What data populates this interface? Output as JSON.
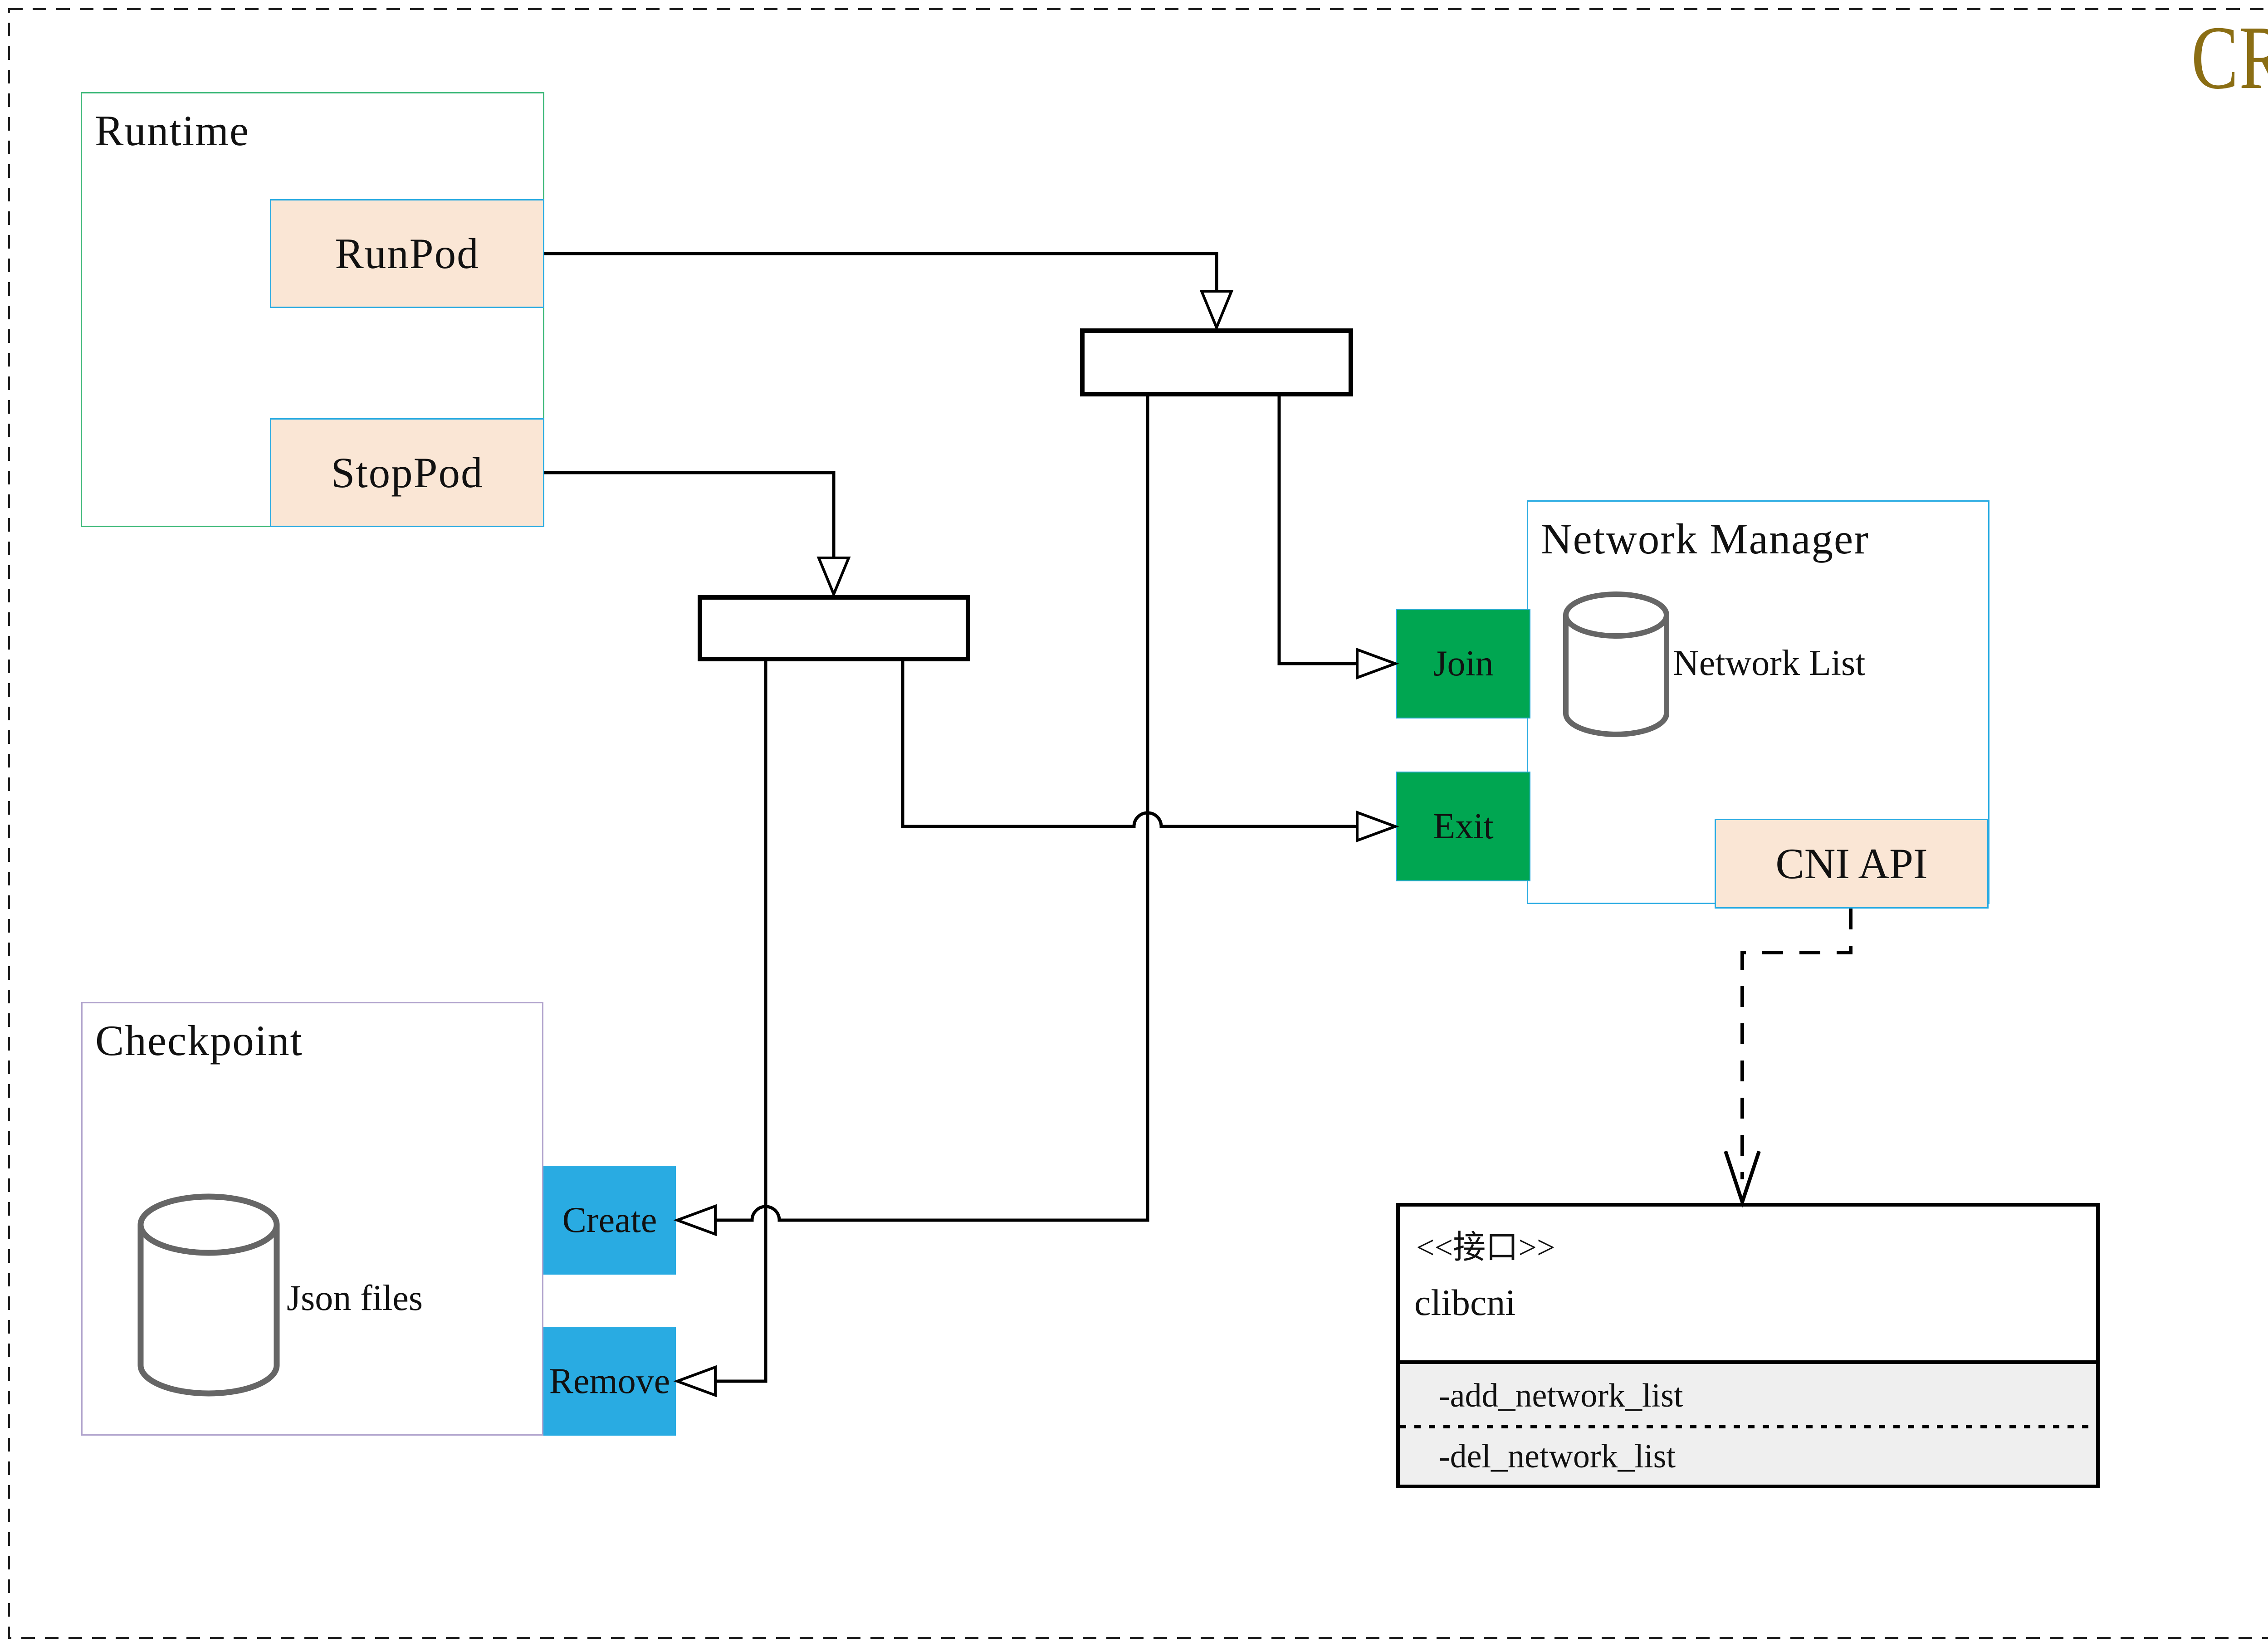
{
  "diagram_title": "CRI",
  "colors": {
    "title_gold": "#8B6E14",
    "runtime_border_green": "#3CB878",
    "checkpoint_border_purple": "#B3A6CE",
    "azure_border": "#29ABE2",
    "peach_fill": "#FAE6D5",
    "green_fill": "#00A651",
    "cyan_fill": "#29ABE2",
    "uml_section_gray": "#EFEFEF",
    "cylinder_gray": "#666666",
    "line_black": "#000000"
  },
  "runtime": {
    "title": "Runtime",
    "runpod_label": "RunPod",
    "stoppod_label": "StopPod"
  },
  "checkpoint": {
    "title": "Checkpoint",
    "storage_label": "Json files",
    "create_label": "Create",
    "remove_label": "Remove"
  },
  "network_manager": {
    "title": "Network Manager",
    "storage_label": "Network List",
    "join_label": "Join",
    "exit_label": "Exit",
    "cni_api_label": "CNI API"
  },
  "clibcni": {
    "stereotype": "<<接口>>",
    "name": "clibcni",
    "method_add": "-add_network_list",
    "method_del": "-del_network_list"
  }
}
